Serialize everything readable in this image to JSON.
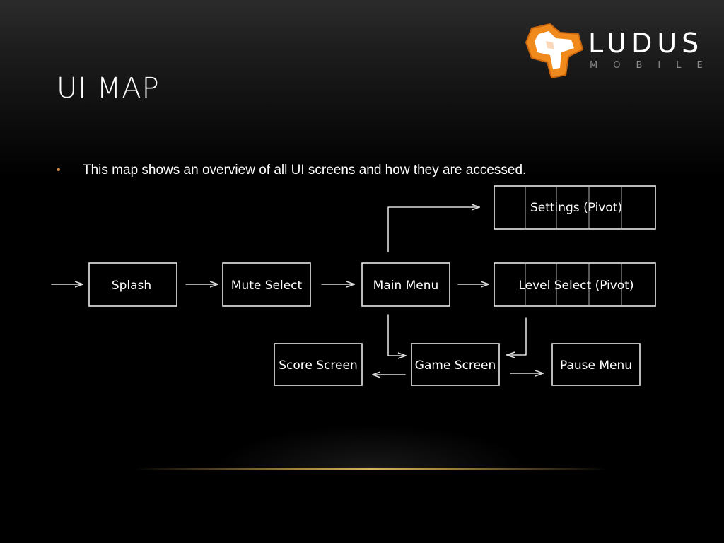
{
  "slide": {
    "title": "UI MAP",
    "bullet_text": "This map shows an overview of all UI screens and how they are accessed."
  },
  "logo": {
    "word": "LUDUS",
    "sub": "MOBILE",
    "icon": "ludus-cross-icon",
    "accent_color": "#f08a1c"
  },
  "colors": {
    "bullet": "#d7893a",
    "line": "#dcdcdc",
    "accent_line": "#d9b464"
  },
  "diagram": {
    "nodes": [
      {
        "id": "splash",
        "label": "Splash"
      },
      {
        "id": "mute-select",
        "label": "Mute Select"
      },
      {
        "id": "main-menu",
        "label": "Main Menu"
      },
      {
        "id": "settings",
        "label": "Settings (Pivot)"
      },
      {
        "id": "level-select",
        "label": "Level Select (Pivot)"
      },
      {
        "id": "game-screen",
        "label": "Game Screen"
      },
      {
        "id": "score-screen",
        "label": "Score Screen"
      },
      {
        "id": "pause-menu",
        "label": "Pause Menu"
      }
    ],
    "edges": [
      {
        "from": "",
        "to": "splash"
      },
      {
        "from": "splash",
        "to": "mute-select"
      },
      {
        "from": "mute-select",
        "to": "main-menu"
      },
      {
        "from": "main-menu",
        "to": "settings"
      },
      {
        "from": "main-menu",
        "to": "level-select"
      },
      {
        "from": "main-menu",
        "to": "game-screen"
      },
      {
        "from": "level-select",
        "to": "game-screen"
      },
      {
        "from": "game-screen",
        "to": "score-screen"
      },
      {
        "from": "game-screen",
        "to": "pause-menu"
      }
    ]
  }
}
